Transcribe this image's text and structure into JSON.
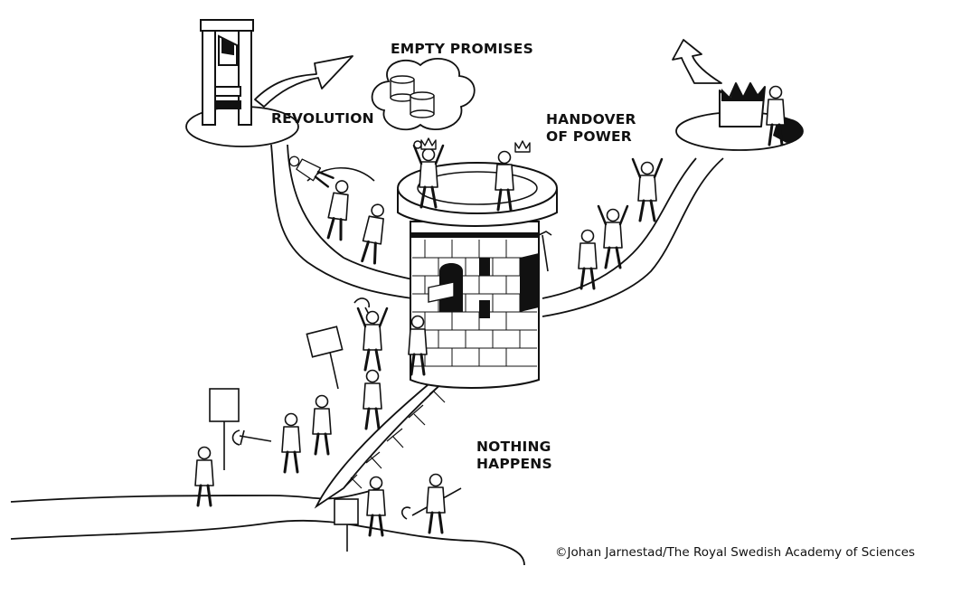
{
  "labels": {
    "empty_promises": "EMPTY PROMISES",
    "revolution": "REVOLUTION",
    "handover_line1": "HANDOVER",
    "handover_line2": "OF POWER",
    "nothing_line1": "NOTHING",
    "nothing_line2": "HAPPENS"
  },
  "credit": "©Johan Jarnestad/The Royal Swedish Academy of Sciences",
  "icons": [
    "guillotine-icon",
    "coins-icon",
    "crown-icon",
    "arrow-icon",
    "tower-icon",
    "person-icon",
    "pitchfork-icon",
    "protest-sign-icon"
  ],
  "colors": {
    "ink": "#111111",
    "paper": "#ffffff"
  }
}
